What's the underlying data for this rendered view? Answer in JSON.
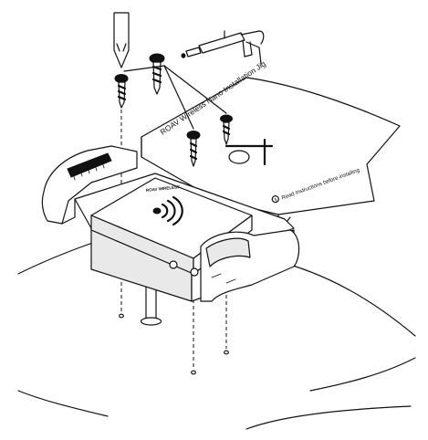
{
  "jig": {
    "title": "ROAV Wireless Nano Installation Jig",
    "note": "Read Instructions before installing"
  },
  "device": {
    "label": "ROAV WIRELESS"
  },
  "colors": {
    "ink": "#111111",
    "background": "#ffffff",
    "shade": "#e9e9e9"
  },
  "icons": [
    "screwdriver-icon",
    "caulking-gun-icon",
    "screw-icon",
    "wireless-signal-icon",
    "info-icon"
  ]
}
